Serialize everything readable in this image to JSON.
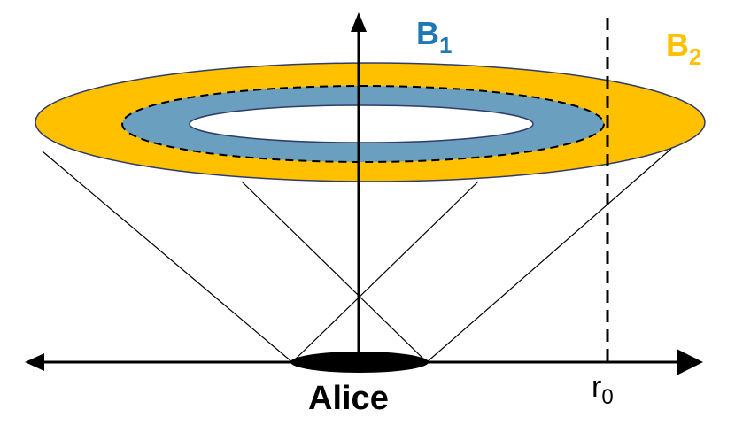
{
  "labels": {
    "b1_main": "B",
    "b1_sub": "1",
    "b2_main": "B",
    "b2_sub": "2",
    "alice": "Alice",
    "r0_main": "r",
    "r0_sub": "0"
  },
  "colors": {
    "outer_ring": "#FFC000",
    "inner_ring": "#6A9FBF",
    "b1_label": "#1F77B4",
    "b2_label": "#FFC000",
    "line": "#000000",
    "hole": "#FFFFFF"
  }
}
